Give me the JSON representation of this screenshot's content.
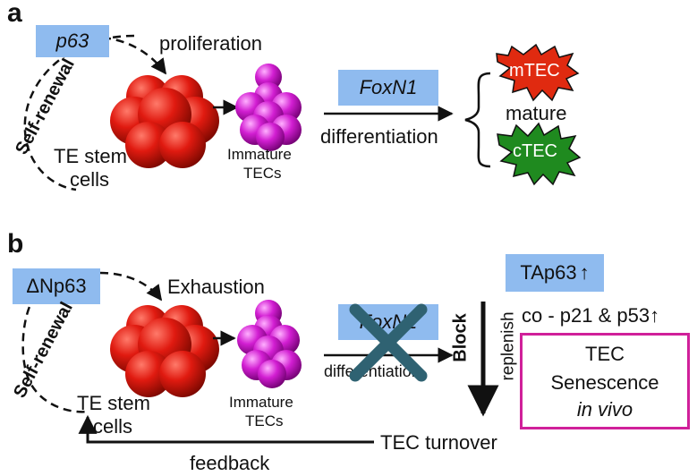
{
  "panel_a": {
    "letter": "a",
    "gene_box": "p63",
    "self_renewal": "Self-renewal",
    "proliferation": "proliferation",
    "stem_cells_line1": "TE stem",
    "stem_cells_line2": "cells",
    "immature_line1": "Immature",
    "immature_line2": "TECs",
    "foxn1_box": "FoxN1",
    "differentiation": "differentiation",
    "mtec": "mTEC",
    "mature": "mature",
    "ctec": "cTEC"
  },
  "panel_b": {
    "letter": "b",
    "gene_box": "ΔNp63",
    "self_renewal": "Self-renewal",
    "exhaustion": "Exhaustion",
    "stem_cells_line1": "TE stem",
    "stem_cells_line2": "cells",
    "immature_line1": "Immature",
    "immature_line2": "TECs",
    "foxn1_box": "FoxN1",
    "differentiation": "differentiation",
    "block": "Block",
    "replenish": "replenish",
    "tap63_box": "TAp63",
    "cofactors": "co - p21 & p53",
    "senescence_line1": "TEC",
    "senescence_line2": "Senescence",
    "senescence_line3": "in vivo",
    "turnover": "TEC turnover",
    "feedback": "feedback"
  },
  "colors": {
    "blue_box": "#8fbbef",
    "red_cells": "#e01a10",
    "magenta_cells": "#d21ed2",
    "mtec_star": "#e02a10",
    "ctec_star": "#1f8a1f",
    "cross": "#2f6272",
    "senescence_border": "#d0209a"
  }
}
